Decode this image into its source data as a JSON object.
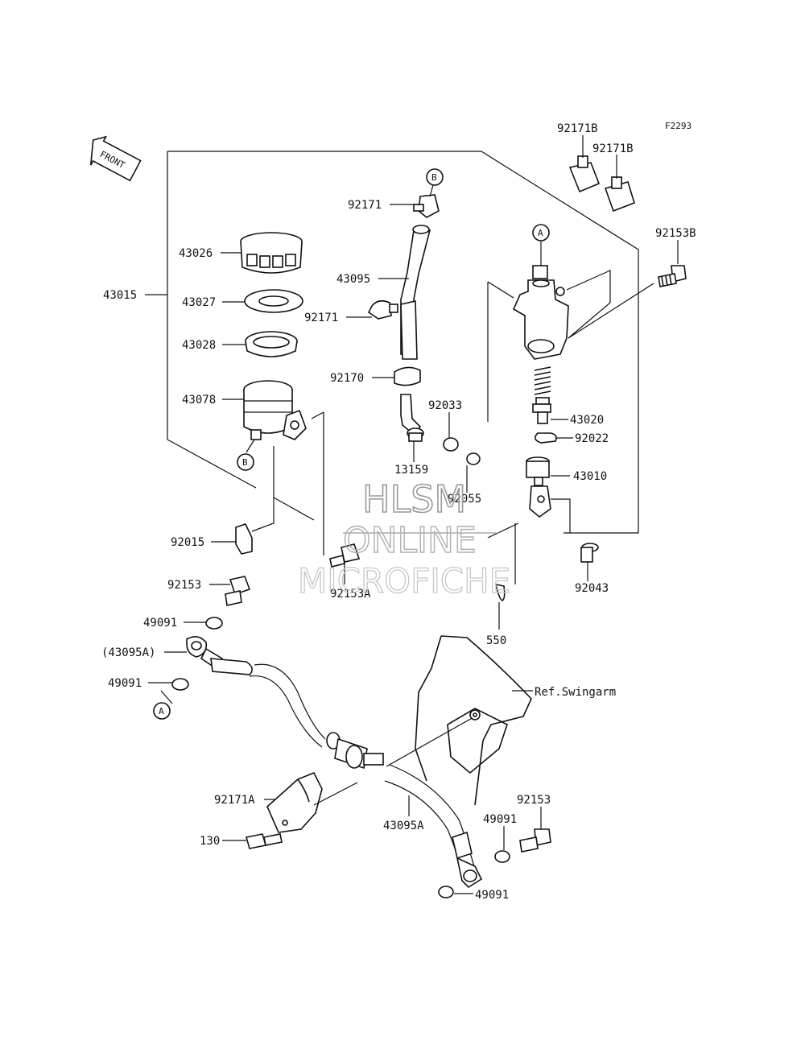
{
  "figure_code": "F2293",
  "front_arrow": "FRONT",
  "watermark": {
    "line1": "HLSM",
    "line2": "ONLINE",
    "line3": "MICROFICHE"
  },
  "labels": {
    "p92171B_a": "92171B",
    "p92171B_b": "92171B",
    "p92153B": "92153B",
    "p92171_top": "92171",
    "p43026": "43026",
    "p43095": "43095",
    "p43015": "43015",
    "p43027": "43027",
    "p92171_mid": "92171",
    "p43028": "43028",
    "p92170": "92170",
    "p43078": "43078",
    "p92033": "92033",
    "p43020": "43020",
    "p92022": "92022",
    "p13159": "13159",
    "p43010": "43010",
    "p92055": "92055",
    "p92015": "92015",
    "p92043": "92043",
    "p92153_left": "92153",
    "p92153A": "92153A",
    "p49091_a": "49091",
    "p43095A_paren": "(43095A)",
    "p550": "550",
    "p49091_b": "49091",
    "ref_swingarm": "Ref.Swingarm",
    "p92171A": "92171A",
    "p92153_right": "92153",
    "p43095A": "43095A",
    "p49091_c": "49091",
    "p130": "130",
    "p49091_d": "49091"
  },
  "callouts": {
    "A_top": "A",
    "A_bottom": "A",
    "B_top": "B",
    "B_bottom": "B"
  }
}
